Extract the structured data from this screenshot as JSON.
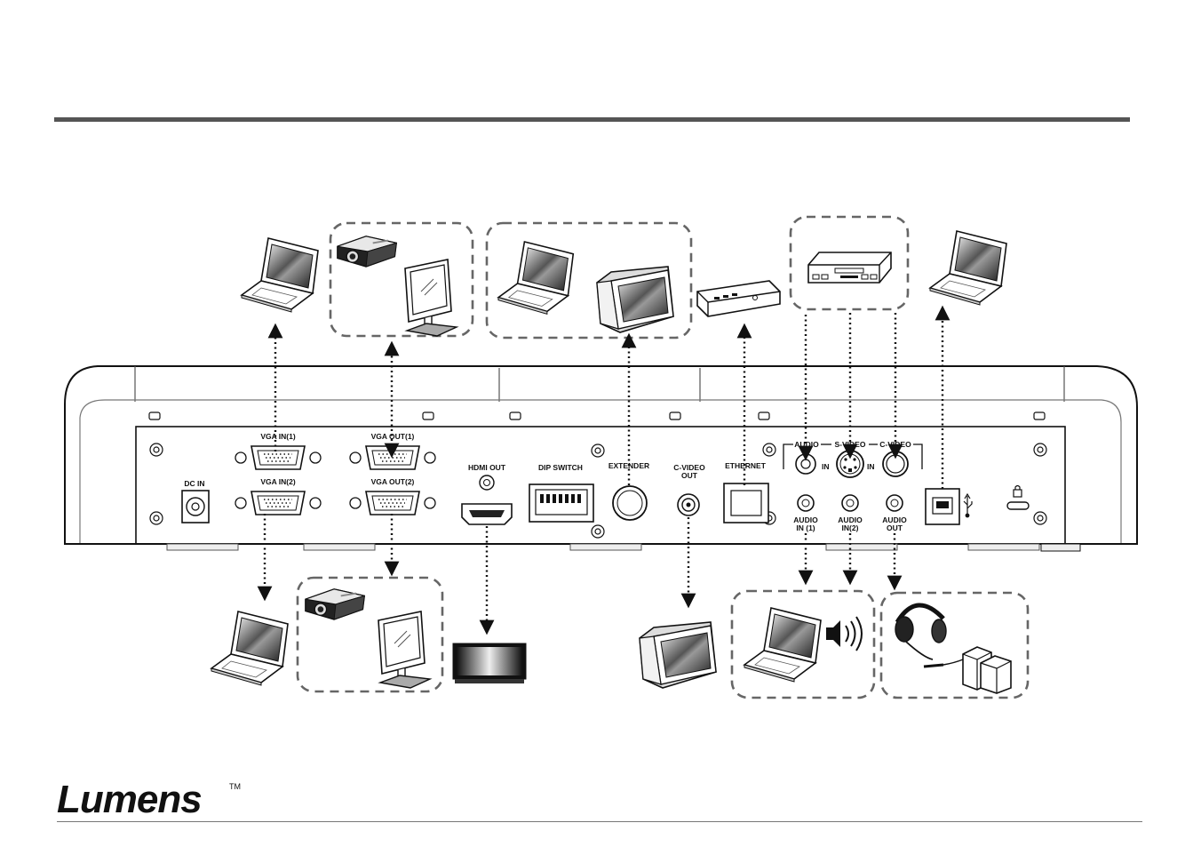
{
  "brand": {
    "logo_text": "Lumens",
    "trademark": "TM"
  },
  "port_labels": {
    "dc_in": "DC IN",
    "vga_in_1": "VGA IN(1)",
    "vga_in_2": "VGA IN(2)",
    "vga_out_1": "VGA OUT(1)",
    "vga_out_2": "VGA OUT(2)",
    "hdmi_out": "HDMI OUT",
    "dip_switch": "DIP SWITCH",
    "extender": "EXTENDER",
    "c_video_out_1": "C-VIDEO",
    "c_video_out_2": "OUT",
    "ethernet": "ETHERNET",
    "audio": "AUDIO",
    "s_video": "S-VIDEO",
    "c_video": "C-VIDEO",
    "in_a": "IN",
    "in_b": "IN",
    "audio_in_1_a": "AUDIO",
    "audio_in_1_b": "IN (1)",
    "audio_in_2_a": "AUDIO",
    "audio_in_2_b": "IN(2)",
    "audio_out_a": "AUDIO",
    "audio_out_b": "OUT"
  },
  "colors": {
    "line": "#111111",
    "panel_fill": "#ffffff",
    "dash_box": "#666666",
    "header_rule": "#555555"
  }
}
